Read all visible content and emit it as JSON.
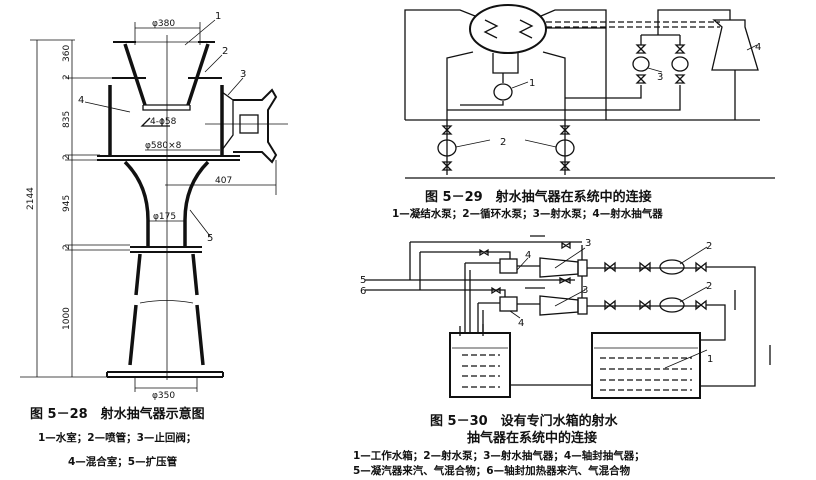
{
  "fig28": {
    "title": "图 5－28　射水抽气器示意图",
    "legend_line1": "1—水室；2—喷管；3—止回阀；",
    "legend_line2": "4—混合室；5—扩压管",
    "dims": {
      "top_dia": "φ380",
      "h1": "360",
      "h2": "835",
      "h3": "945",
      "h4": "1000",
      "total": "2144",
      "nozzle": "4-φ58",
      "chamber": "φ580×8",
      "offset": "407",
      "throat": "φ175",
      "outlet": "φ350",
      "gap_a": "2",
      "gap_b": "2",
      "gap_c": "2"
    },
    "labels": [
      "1",
      "2",
      "3",
      "4",
      "5"
    ]
  },
  "fig29": {
    "title": "图 5－29　射水抽气器在系统中的连接",
    "legend": "1—凝结水泵；2—循环水泵；3—射水泵；4—射水抽气器",
    "labels": [
      "1",
      "2",
      "3",
      "4"
    ]
  },
  "fig30": {
    "title_line1": "图 5－30　设有专门水箱的射水",
    "title_line2": "抽气器在系统中的连接",
    "legend_line1": "1—工作水箱；2—射水泵；3—射水抽气器；4—轴封抽气器；",
    "legend_line2": "5—凝汽器来汽、气混合物；6—轴封加热器来汽、气混合物",
    "labels": [
      "1",
      "2",
      "2",
      "3",
      "3",
      "4",
      "4",
      "5",
      "6"
    ]
  }
}
